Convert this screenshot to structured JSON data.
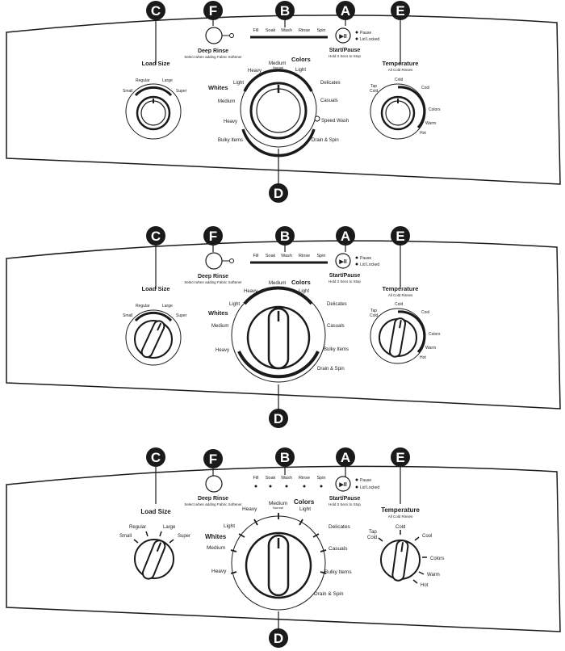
{
  "callouts": {
    "a": "A",
    "b": "B",
    "c": "C",
    "d": "D",
    "e": "E",
    "f": "F"
  },
  "labels": {
    "deep_rinse": "Deep Rinse",
    "deep_rinse_sub": "Select when adding Fabric Softener",
    "start_pause": "Start/Pause",
    "start_pause_sub": "Hold 3 Secs to Stop",
    "pause": "Pause",
    "lid_locked": "Lid Locked",
    "load_size": "Load Size",
    "temperature": "Temperature",
    "temperature_sub": "All Cold Rinses"
  },
  "status_lights": [
    "Fill",
    "Soak",
    "Wash",
    "Rinse",
    "Spin"
  ],
  "load_sizes": {
    "small": "Small",
    "regular": "Regular",
    "large": "Large",
    "super": "Super"
  },
  "temperatures": {
    "tap_cold_1": "Tap",
    "tap_cold_2": "Cold",
    "cold": "Cold",
    "cool": "Cool",
    "colors": "Colors",
    "warm": "Warm",
    "hot": "Hot"
  },
  "cycles": {
    "whites": "Whites",
    "colors": "Colors",
    "heavy_top": "Heavy",
    "medium": "Medium",
    "normal": "Normal",
    "light_colors": "Light",
    "light_whites": "Light",
    "medium_whites": "Medium",
    "heavy_whites": "Heavy",
    "bulky_items": "Bulky Items",
    "delicates": "Delicates",
    "casuals": "Casuals",
    "speed_wash": "Speed Wash",
    "drain_spin": "Drain & Spin"
  }
}
